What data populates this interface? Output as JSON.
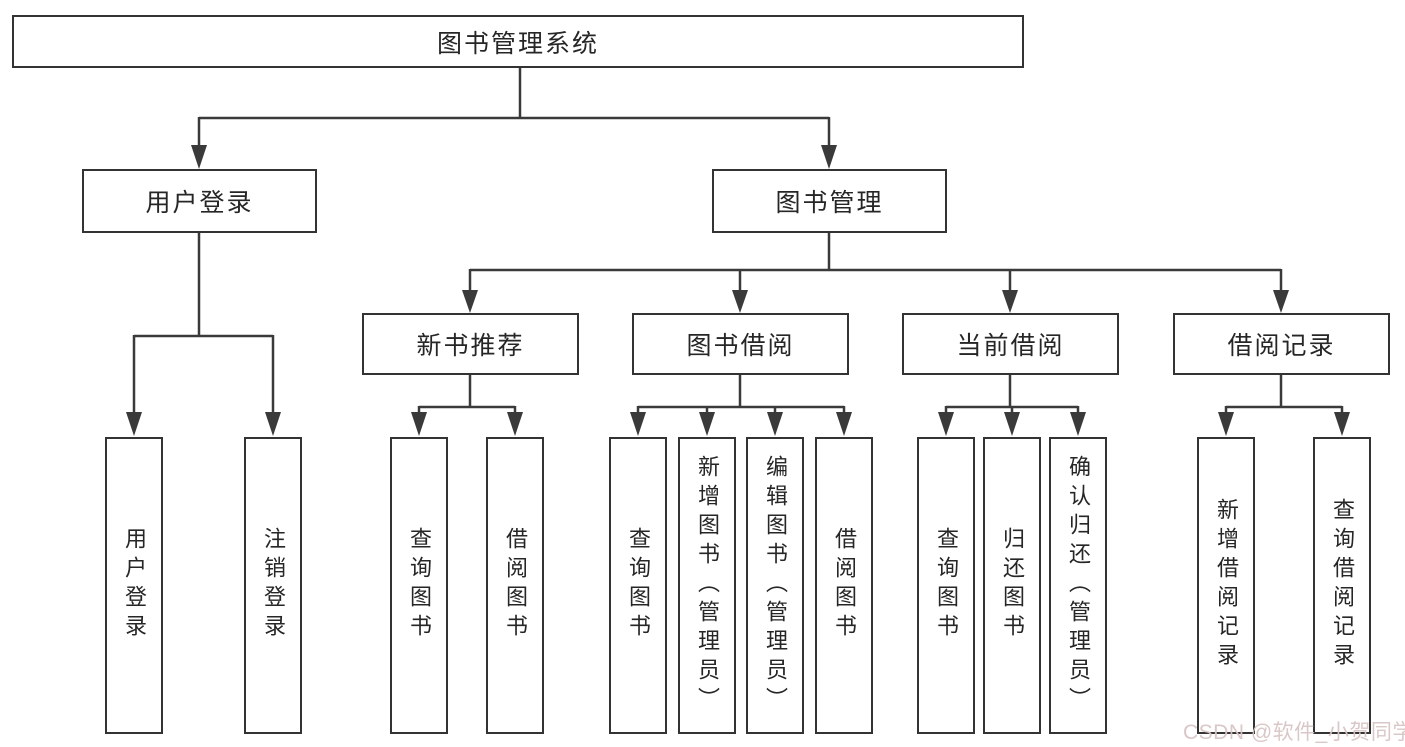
{
  "title": "图书管理系统",
  "watermark": "CSDN @软件_小贺同学",
  "colors": {
    "line": "#3a3a3a",
    "box_border": "#333333",
    "text": "#262626",
    "watermark": "#d8c4c4",
    "background": "#ffffff"
  },
  "tree": {
    "root": {
      "label": "图书管理系统"
    },
    "level2": [
      {
        "label": "用户登录"
      },
      {
        "label": "图书管理"
      }
    ],
    "level3": [
      {
        "label": "新书推荐"
      },
      {
        "label": "图书借阅"
      },
      {
        "label": "当前借阅"
      },
      {
        "label": "借阅记录"
      }
    ],
    "leaves": {
      "user_login": [
        "用户登录",
        "注销登录"
      ],
      "new_book": [
        "查询图书",
        "借阅图书"
      ],
      "book_borrow": [
        "查询图书",
        "新增图书（管理员）",
        "编辑图书（管理员）",
        "借阅图书"
      ],
      "current_borrow": [
        "查询图书",
        "归还图书",
        "确认归还（管理员）"
      ],
      "borrow_record": [
        "新增借阅记录",
        "查询借阅记录"
      ]
    }
  }
}
